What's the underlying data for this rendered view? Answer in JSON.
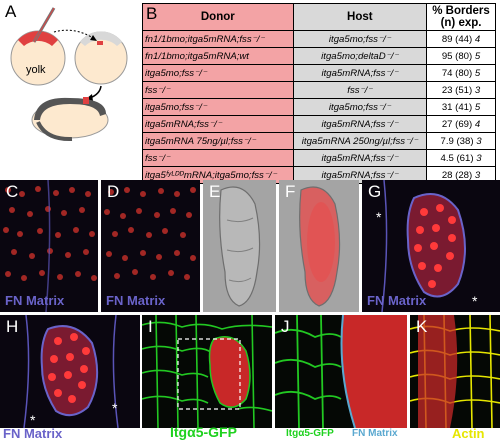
{
  "panel_labels": [
    "A",
    "B",
    "C",
    "D",
    "E",
    "F",
    "G",
    "H",
    "I",
    "J",
    "K"
  ],
  "panel_a": {
    "yolk_label": "yolk"
  },
  "table": {
    "headers": {
      "donor": "Donor",
      "host": "Host",
      "pct": "% Borders",
      "n_exp": "(n) exp."
    },
    "rows": [
      {
        "donor": "fn1/1bmo;itga5mRNA;fss⁻/⁻",
        "host": "itga5mo;fss⁻/⁻",
        "pct": "89 (44)",
        "exp": "4"
      },
      {
        "donor": "fn1/1bmo;itga5mRNA;wt",
        "host": "itga5mo;deltaD⁻/⁻",
        "pct": "95 (80)",
        "exp": "5"
      },
      {
        "donor": "itga5mo;fss⁻/⁻",
        "host": "itga5mRNA;fss⁻/⁻",
        "pct": "74 (80)",
        "exp": "5"
      },
      {
        "donor": "fss⁻/⁻",
        "host": "fss⁻/⁻",
        "pct": "23 (51)",
        "exp": "3"
      },
      {
        "donor": "itga5mo;fss⁻/⁻",
        "host": "itga5mo;fss⁻/⁻",
        "pct": "31 (41)",
        "exp": "5"
      },
      {
        "donor": "itga5mRNA;fss⁻/⁻",
        "host": "itga5mRNA;fss⁻/⁻",
        "pct": "27 (69)",
        "exp": "4"
      },
      {
        "donor": "itga5mRNA 75ng/µl;fss⁻/⁻",
        "host": "itga5mRNA 250ng/µl;fss⁻/⁻",
        "pct": "7.9 (38)",
        "exp": "3"
      },
      {
        "donor": "fss⁻/⁻",
        "host": "itga5mRNA;fss⁻/⁻",
        "pct": "4.5 (61)",
        "exp": "3"
      },
      {
        "donor": "itga5ᶠʸᴸᴰᴰmRNA;itga5mo;fss⁻/⁻",
        "host": "itga5mRNA;fss⁻/⁻",
        "pct": "28 (28)",
        "exp": "3"
      }
    ]
  },
  "captions": {
    "fn_matrix": "FN Matrix",
    "itga5_gfp": "Itgα5-GFP",
    "actin": "Actin"
  },
  "colors": {
    "fn_matrix": "#6a63c9",
    "gfp": "#1fd11f",
    "actin": "#f0f000",
    "donor_col": "#f3a3a5",
    "host_col": "#d9d9d9"
  }
}
